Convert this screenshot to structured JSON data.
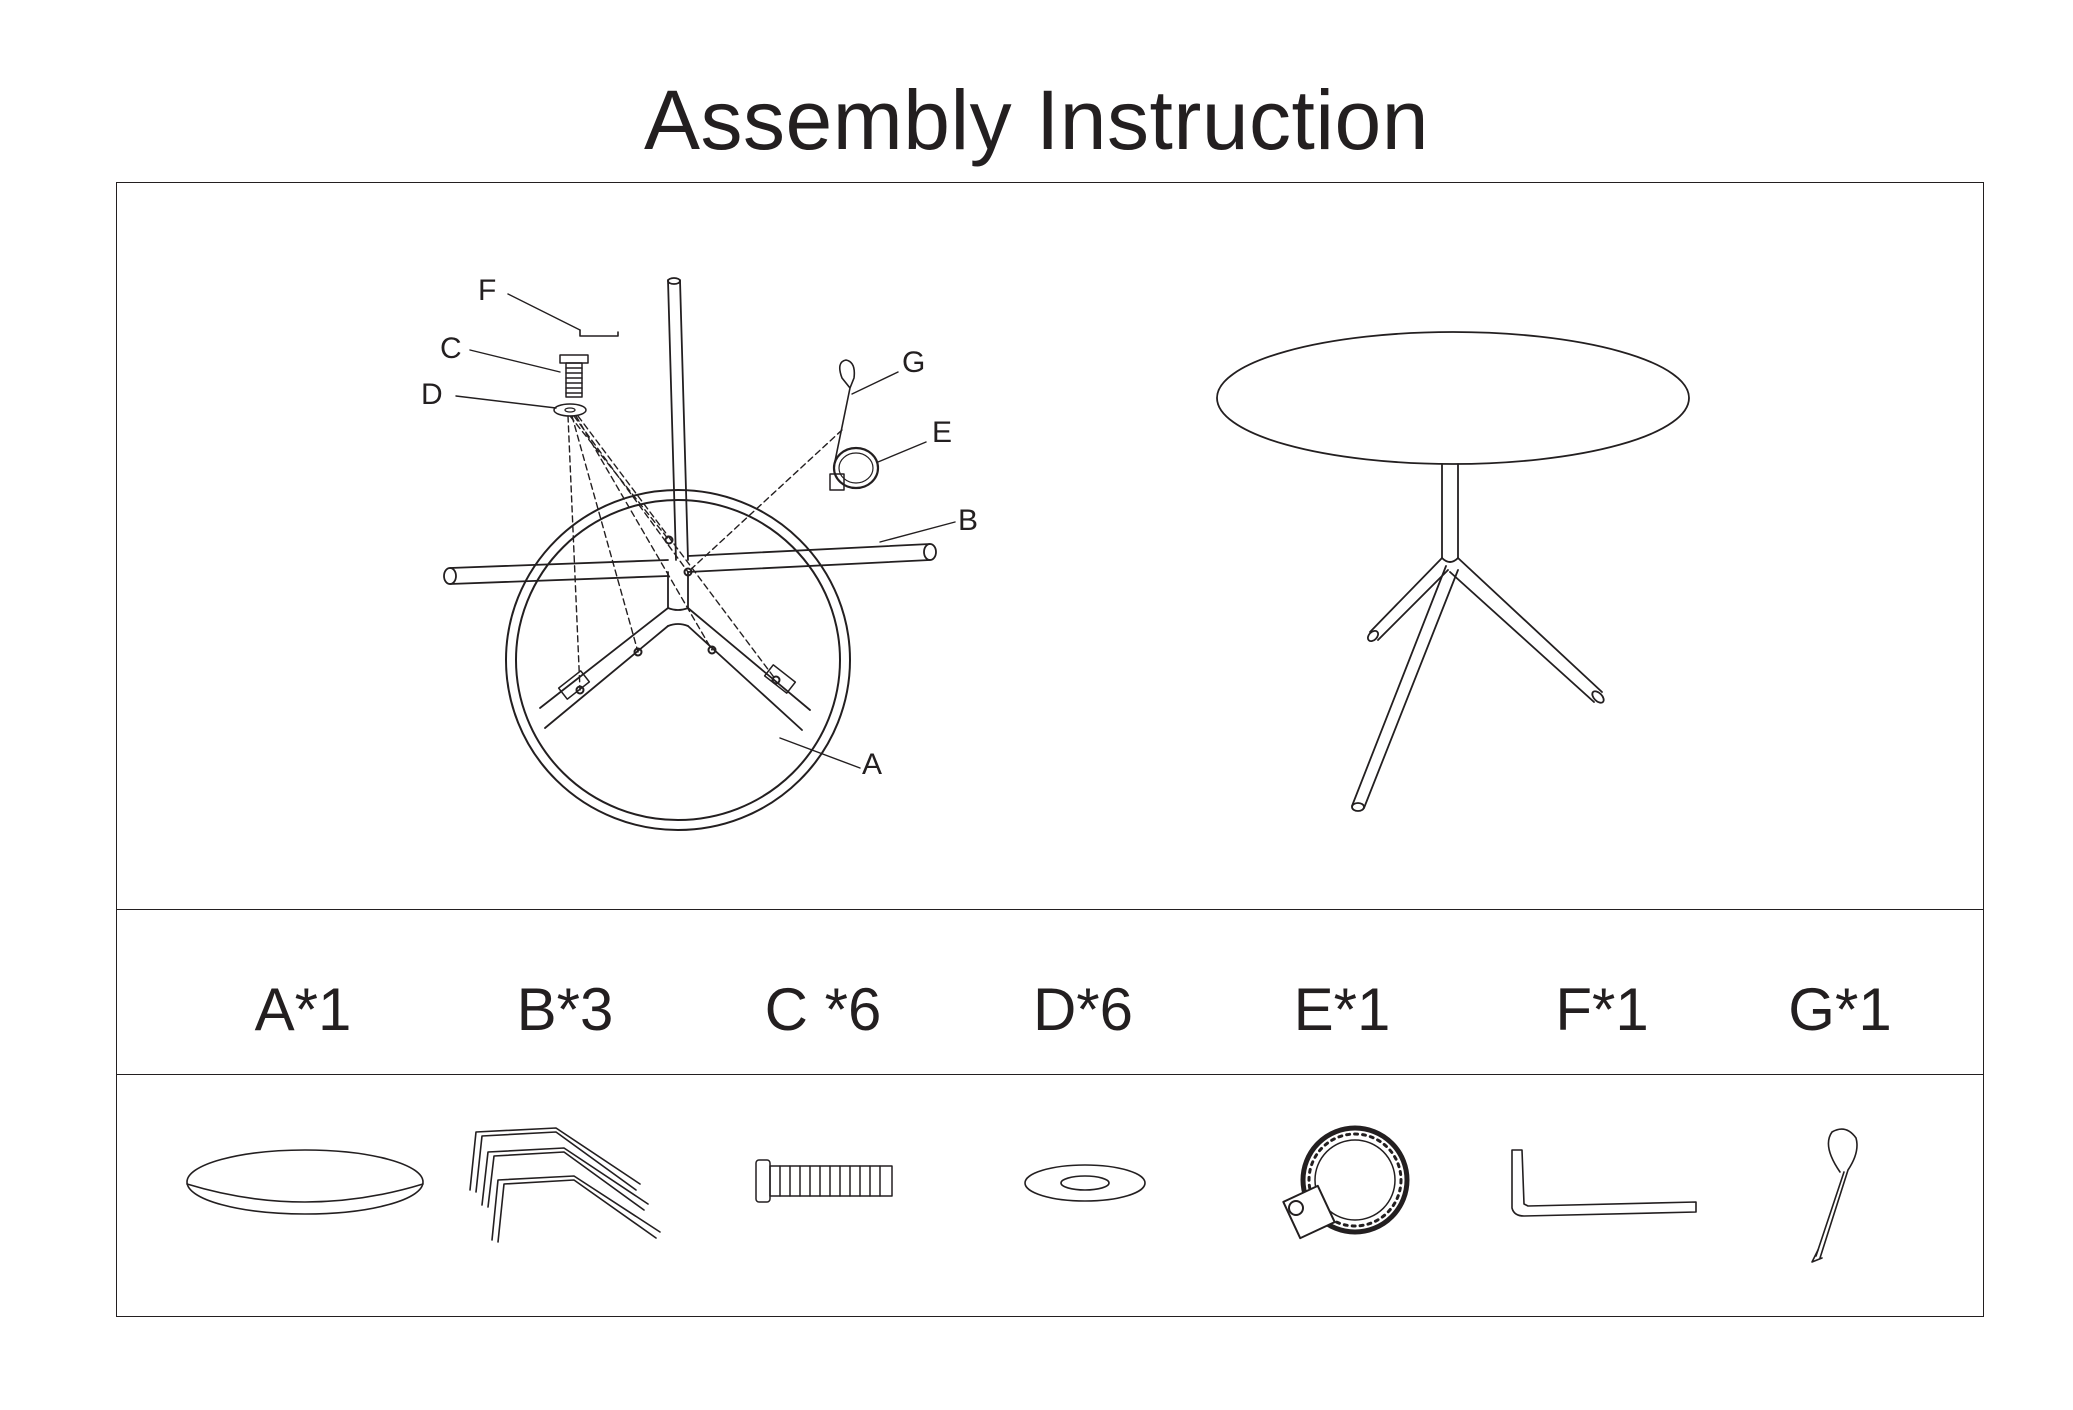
{
  "page": {
    "title": "Assembly Instruction"
  },
  "callouts": {
    "A": "A",
    "B": "B",
    "C": "C",
    "D": "D",
    "E": "E",
    "F": "F",
    "G": "G"
  },
  "parts": [
    {
      "id": "A",
      "qty_label": "A*1"
    },
    {
      "id": "B",
      "qty_label": "B*3"
    },
    {
      "id": "C",
      "qty_label": "C *6"
    },
    {
      "id": "D",
      "qty_label": "D*6"
    },
    {
      "id": "E",
      "qty_label": "E*1"
    },
    {
      "id": "F",
      "qty_label": "F*1"
    },
    {
      "id": "G",
      "qty_label": "G*1"
    }
  ],
  "colors": {
    "ink": "#231f20",
    "background": "#ffffff"
  }
}
